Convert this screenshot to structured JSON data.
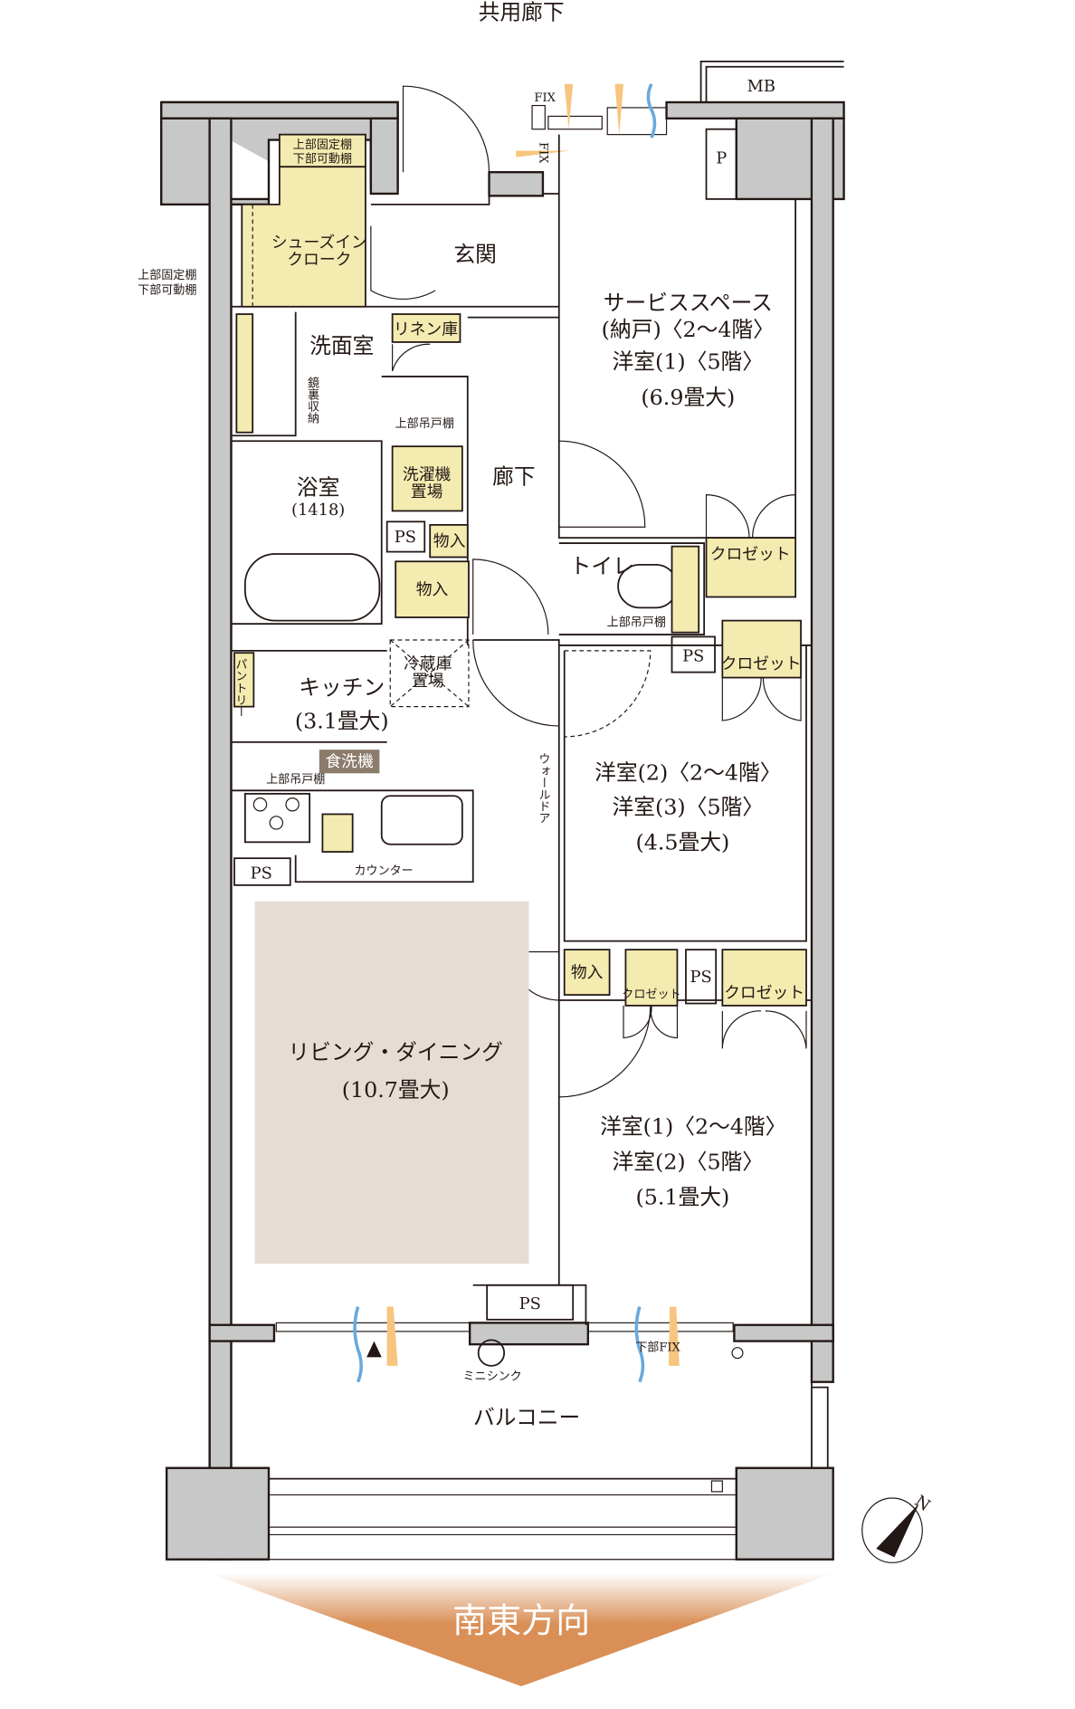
{
  "header": {
    "corridor": "共用廊下"
  },
  "labels": {
    "mb": "MB",
    "fix_top": "FIX",
    "fix_side": "FIX",
    "p": "P",
    "shelf_top_1": "上部固定棚",
    "shelf_bottom_1": "下部可動棚",
    "shelf_top_2": "上部固定棚",
    "shelf_bottom_2": "下部可動棚",
    "shoes_1": "シューズイン",
    "shoes_2": "クローク",
    "entrance": "玄関",
    "washroom": "洗面室",
    "linen": "リネン庫",
    "mirror_storage": "鏡裏収納",
    "upper_cabinet_1": "上部吊戸棚",
    "laundry_1": "洗濯機",
    "laundry_2": "置場",
    "hallway": "廊下",
    "bath": "浴室",
    "bath_size": "(1418)",
    "ps_1": "PS",
    "storage_1": "物入",
    "storage_2": "物入",
    "toilet": "トイレ",
    "closet_1": "クロゼット",
    "upper_cabinet_2": "上部吊戸棚",
    "ps_2": "PS",
    "closet_2": "クロゼット",
    "pantry": "パントリー",
    "fridge_1": "冷蔵庫",
    "fridge_2": "置場",
    "kitchen": "キッチン",
    "kitchen_size": "(3.1畳大)",
    "dishwasher": "食洗機",
    "upper_cabinet_3": "上部吊戸棚",
    "ps_3": "PS",
    "counter": "カウンター",
    "wall_door": "ウォールドア",
    "storage_3": "物入",
    "closet_3": "クロゼット",
    "ps_4": "PS",
    "closet_4": "クロゼット",
    "ps_5": "PS",
    "lower_fix": "下部FIX",
    "mini_sink": "ミニシンク",
    "balcony": "バルコニー",
    "north": "N"
  },
  "rooms": {
    "service": {
      "line1": "サービススペース",
      "line2": "(納戸)〈2〜4階〉",
      "line3": "洋室(1)〈5階〉",
      "size": "(6.9畳大)"
    },
    "room_mid": {
      "line1": "洋室(2)〈2〜4階〉",
      "line2": "洋室(3)〈5階〉",
      "size": "(4.5畳大)"
    },
    "living": {
      "line1": "リビング・ダイニング",
      "size": "(10.7畳大)"
    },
    "room_south": {
      "line1": "洋室(1)〈2〜4階〉",
      "line2": "洋室(2)〈5階〉",
      "size": "(5.1畳大)"
    }
  },
  "footer": {
    "direction": "南東方向"
  },
  "colors": {
    "storage": "#f3ebb0",
    "living": "#e7dcd4",
    "wall": "#c8c8c8",
    "arrow": "#d98f56",
    "wind_blue": "#6aa9dc",
    "light_orange": "#f7c57f",
    "dishwasher_badge": "#8b7b6b"
  }
}
